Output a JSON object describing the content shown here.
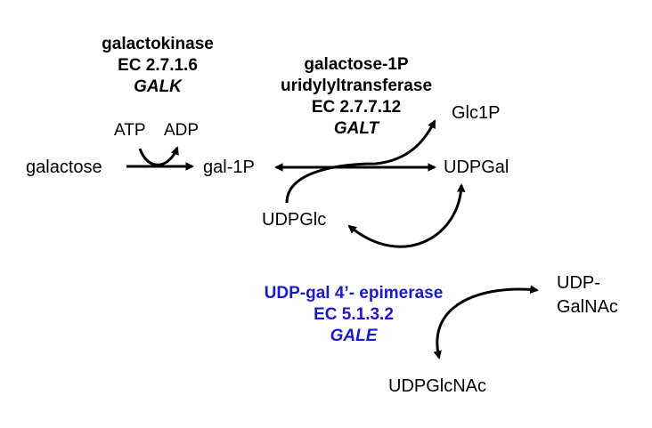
{
  "metabolites": {
    "galactose": "galactose",
    "gal1p": "gal-1P",
    "udpgal": "UDPGal",
    "glc1p": "Glc1P",
    "udpglc": "UDPGlc",
    "atp": "ATP",
    "adp": "ADP",
    "udp_galnac_line1": "UDP-",
    "udp_galnac_line2": "GalNAc",
    "udpglcnac": "UDPGlcNAc"
  },
  "enzymes": {
    "galk": {
      "name": "galactokinase",
      "ec": "EC 2.7.1.6",
      "gene": "GALK",
      "color": "#000000"
    },
    "galt": {
      "name_line1": "galactose-1P",
      "name_line2": "uridylyltransferase",
      "ec": "EC 2.7.7.12",
      "gene": "GALT",
      "color": "#000000"
    },
    "gale": {
      "name": "UDP-gal 4’- epimerase",
      "ec": "EC 5.1.3.2",
      "gene": "GALE",
      "color": "#1a1acc"
    }
  },
  "colors": {
    "arrow": "#000000",
    "text": "#000000",
    "epimerase": "#1a1acc",
    "background": "#ffffff"
  }
}
